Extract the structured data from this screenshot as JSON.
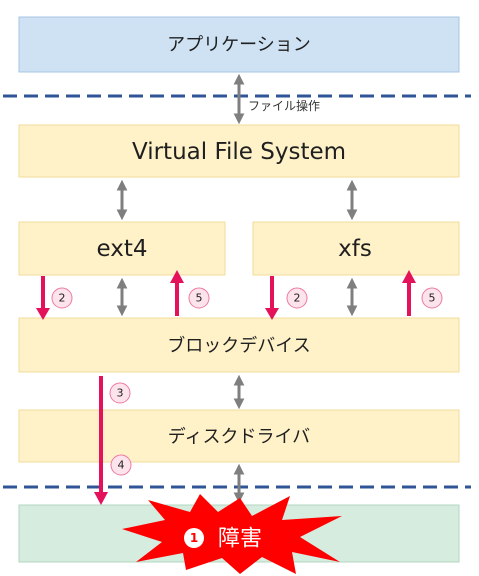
{
  "diagram": {
    "application": "アプリケーション",
    "file_operation": "ファイル操作",
    "vfs": "Virtual File System",
    "ext4": "ext4",
    "xfs": "xfs",
    "block_device": "ブロックデバイス",
    "disk_driver": "ディスクドライバ",
    "failure": "障害"
  },
  "steps": {
    "failure": "1",
    "ext4_request": "2",
    "ext4_response": "5",
    "xfs_request": "2",
    "xfs_response": "5",
    "driver_request": "3",
    "device_request": "4"
  },
  "colors": {
    "application_box": "#cfe2f3",
    "layer_box": "#fff2c9",
    "storage_box": "#d5ecdf",
    "io_arrow": "#e3125a",
    "flow_arrow": "#7f7f7f",
    "boundary_line": "#2f5597",
    "failure_burst": "#ff0000",
    "step_badge": "#fde3ec"
  }
}
